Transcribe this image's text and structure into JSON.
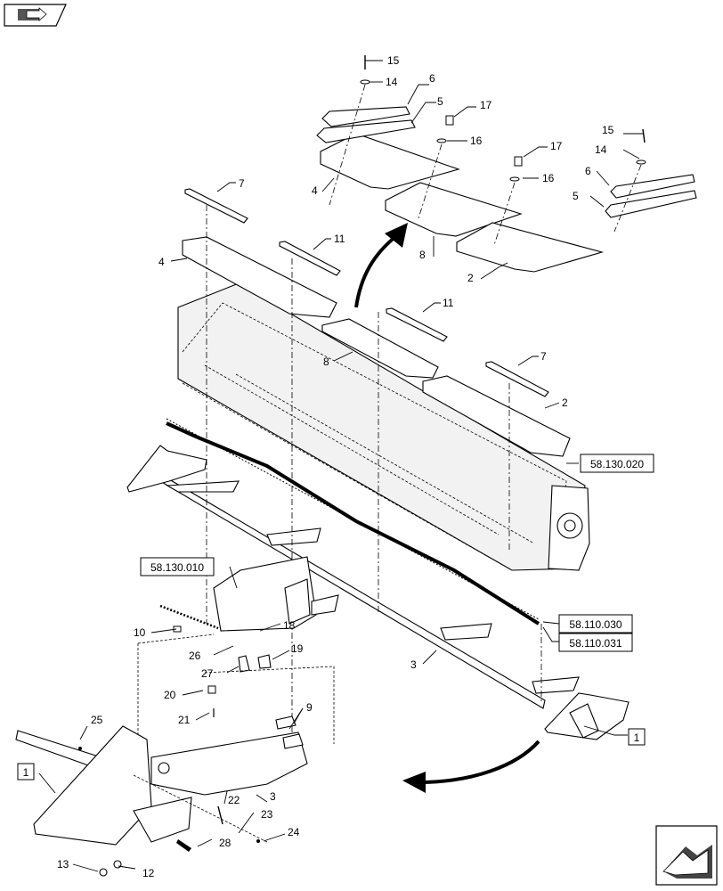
{
  "callouts": {
    "c15a": "15",
    "c14a": "14",
    "c6a": "6",
    "c5a": "5",
    "c17a": "17",
    "c16a": "16",
    "c4a": "4",
    "c8a": "8",
    "c2a": "2",
    "c17b": "17",
    "c16b": "16",
    "c15b": "15",
    "c14b": "14",
    "c6b": "6",
    "c5b": "5",
    "c7a": "7",
    "c11a": "11",
    "c4b": "4",
    "c11b": "11",
    "c8b": "8",
    "c7b": "7",
    "c2b": "2",
    "c10": "10",
    "c18": "18",
    "c26": "26",
    "c19": "19",
    "c27": "27",
    "c20": "20",
    "c21": "21",
    "c9": "9",
    "c3a": "3",
    "c3b": "3",
    "c25": "25",
    "c22": "22",
    "c23": "23",
    "c24": "24",
    "c28": "28",
    "c13": "13",
    "c12": "12"
  },
  "refs": {
    "r_58130020": "58.130.020",
    "r_58130010": "58.130.010",
    "r_58110030": "58.110.030",
    "r_58110031": "58.110.031",
    "box1_left": "1",
    "box1_right": "1"
  },
  "icons": {
    "top_left": "book-arrow-icon",
    "bottom_right": "next-page-arrow-icon"
  }
}
